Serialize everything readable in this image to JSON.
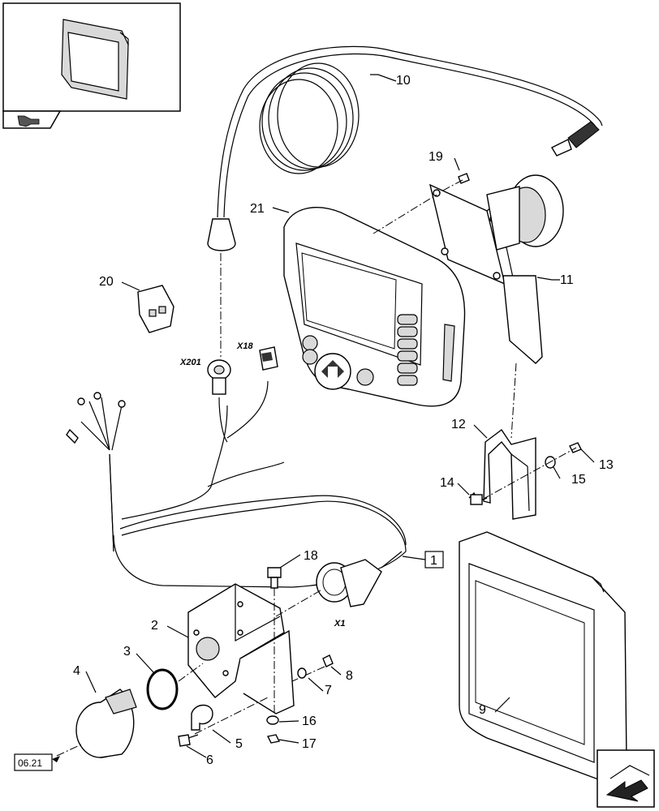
{
  "callouts": {
    "c1": "1",
    "c2": "2",
    "c3": "3",
    "c4": "4",
    "c5": "5",
    "c6": "6",
    "c7": "7",
    "c8": "8",
    "c9": "9",
    "c10": "10",
    "c11": "11",
    "c12": "12",
    "c13": "13",
    "c14": "14",
    "c15": "15",
    "c16": "16",
    "c17": "17",
    "c18": "18",
    "c19": "19",
    "c20": "20",
    "c21": "21"
  },
  "connectors": {
    "x201": "X201",
    "x18": "X18",
    "x1": "X1"
  },
  "page_reference": "06.21",
  "icons": {
    "thumbnail": "display-thumbnail-icon",
    "thumbnail_nav": "book-arrow-icon",
    "corner_nav": "exit-arrow-icon"
  }
}
